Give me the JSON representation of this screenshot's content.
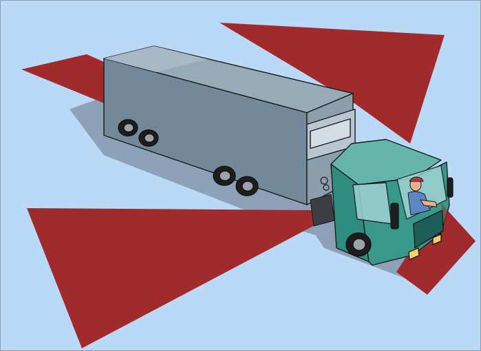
{
  "illustration": {
    "subject": "truck-blind-spots",
    "colors": {
      "background": "#b9d9f7",
      "blind_spot": "#a02a2c",
      "trailer_side": "#6e8493",
      "trailer_top": "#8fa3b2",
      "cab": "#2f8d80",
      "cab_light": "#58b0a5",
      "shadow": "#7f8ea3",
      "outline": "#1a1a1a"
    },
    "blind_spots": [
      {
        "id": "rear-left"
      },
      {
        "id": "rear-right"
      },
      {
        "id": "left-side"
      },
      {
        "id": "front-right"
      }
    ]
  }
}
